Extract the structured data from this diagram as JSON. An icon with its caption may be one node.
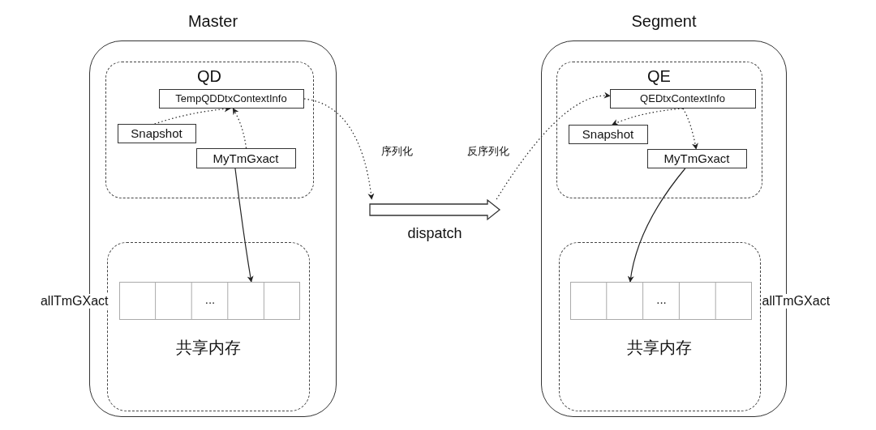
{
  "diagram": {
    "nodes": [
      {
        "text": [
          "Master"
        ]
      },
      {
        "text": [
          "QD"
        ],
        "in": 0
      },
      {
        "text": [
          "TempQDDtxContextInfo"
        ],
        "in": 1
      },
      {
        "text": [
          "Snapshot"
        ],
        "in": 1
      },
      {
        "text": [
          "MyTmGxact"
        ],
        "in": 1
      },
      {
        "text": [
          "共享内存"
        ],
        "in": 0
      },
      {
        "text": [
          "..."
        ],
        "beside": [
          "allTmGXact"
        ],
        "in": 5
      },
      {
        "text": [
          "Segment"
        ]
      },
      {
        "text": [
          "QE"
        ],
        "in": 7
      },
      {
        "text": [
          "QEDtxContextInfo"
        ],
        "in": 8
      },
      {
        "text": [
          "Snapshot"
        ],
        "in": 8
      },
      {
        "text": [
          "MyTmGxact"
        ],
        "in": 8
      },
      {
        "text": [
          "共享内存"
        ],
        "in": 7
      },
      {
        "text": [
          "..."
        ],
        "beside": [
          "allTmGXact"
        ],
        "in": 12
      },
      {
        "text": [],
        "shape": "arrow",
        "beside": [
          "dispatch"
        ]
      }
    ],
    "edges": [
      {
        "from": 2,
        "to": 14,
        "arrow": "to",
        "label": "序列化",
        "style": "dashed"
      },
      {
        "from": 14,
        "to": 9,
        "arrow": "to",
        "label": "反序列化",
        "style": "dashed"
      },
      {
        "from": 3,
        "to": 2,
        "arrow": "to",
        "style": "dashed"
      },
      {
        "from": 4,
        "to": 2,
        "arrow": "to",
        "style": "dashed"
      },
      {
        "from": 9,
        "to": 10,
        "arrow": "to",
        "style": "dashed"
      },
      {
        "from": 9,
        "to": 11,
        "arrow": "to",
        "style": "dashed"
      },
      {
        "from": 4,
        "to": 6,
        "arrow": "to"
      },
      {
        "from": 11,
        "to": 13,
        "arrow": "to"
      }
    ]
  }
}
